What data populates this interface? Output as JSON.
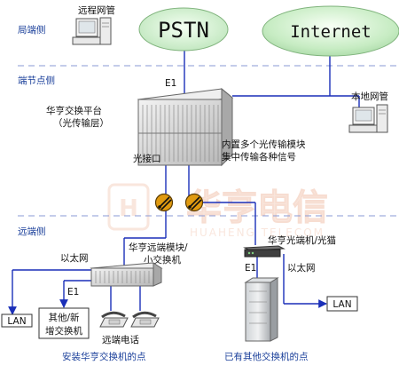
{
  "zones": {
    "central": "局端侧",
    "node": "端节点侧",
    "remote": "远端侧"
  },
  "clouds": {
    "pstn": "PSTN",
    "internet": "Internet"
  },
  "devices": {
    "remote_nms": "远程网管",
    "local_nms": "本地网管",
    "platform_line1": "华亨交换平台",
    "platform_line2": "（光传输层）",
    "e1_top": "E1",
    "optical_note_line1": "内置多个光传输模块",
    "optical_note_line2": "集中传输各种信号",
    "optical_port": "光接口",
    "remote_module_line1": "华亨远端模块/",
    "remote_module_line2": "小交换机",
    "fiber_terminal": "华亨光端机/光猫",
    "ethernet_left": "以太网",
    "ethernet_right": "以太网",
    "e1_left": "E1",
    "e1_right": "E1",
    "lan_left": "LAN",
    "lan_right": "LAN",
    "other_switch_line1": "其他/新",
    "other_switch_line2": "增交换机",
    "remote_phone": "远端电话"
  },
  "captions": {
    "left": "安装华亨交换机的点",
    "right": "已有其他交换机的点"
  },
  "watermark": {
    "cn": "华亨电信",
    "en": "HUAHENG TELECOM"
  },
  "colors": {
    "line_blue": "#1a2fb8",
    "zone_blue": "#1a3f9a",
    "dash_blue": "#8a9ad6",
    "cloud_green": "#cdeecc"
  }
}
